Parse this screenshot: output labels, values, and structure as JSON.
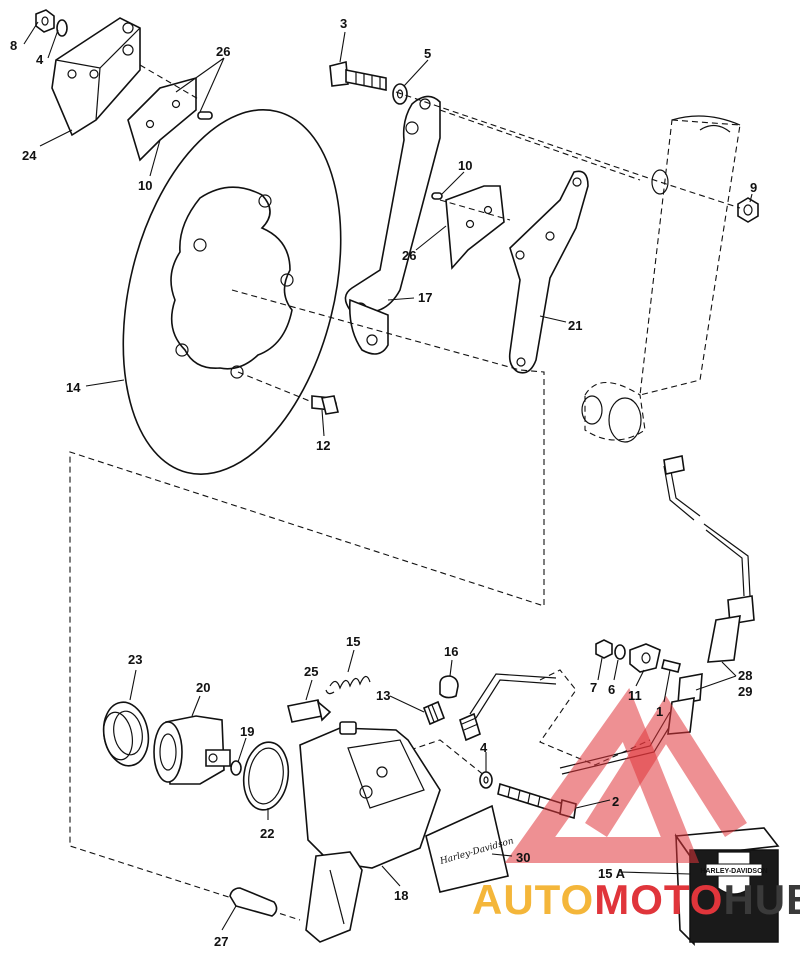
{
  "labels": {
    "l1": "1",
    "l2": "2",
    "l3": "3",
    "l4a": "4",
    "l4b": "4",
    "l5": "5",
    "l6": "6",
    "l7": "7",
    "l8": "8",
    "l9": "9",
    "l10a": "10",
    "l10b": "10",
    "l11": "11",
    "l12": "12",
    "l13": "13",
    "l14": "14",
    "l15": "15",
    "l15a": "15 A",
    "l16": "16",
    "l17": "17",
    "l18": "18",
    "l19": "19",
    "l20": "20",
    "l21": "21",
    "l22": "22",
    "l23": "23",
    "l24": "24",
    "l25": "25",
    "l26a": "26",
    "l26b": "26",
    "l27": "27",
    "l28": "28",
    "l29": "29",
    "l30": "30"
  },
  "decal_text": "Harley-Davidson",
  "box_logo_text": "HARLEY-DAVIDSON",
  "watermark": {
    "part1": "AUTO",
    "part2": "MOTO",
    "part3": "HUB"
  },
  "colors": {
    "watermark_red": "#e0353b",
    "watermark_yellow": "#f4b63a",
    "watermark_dark": "#3a3a3a"
  }
}
